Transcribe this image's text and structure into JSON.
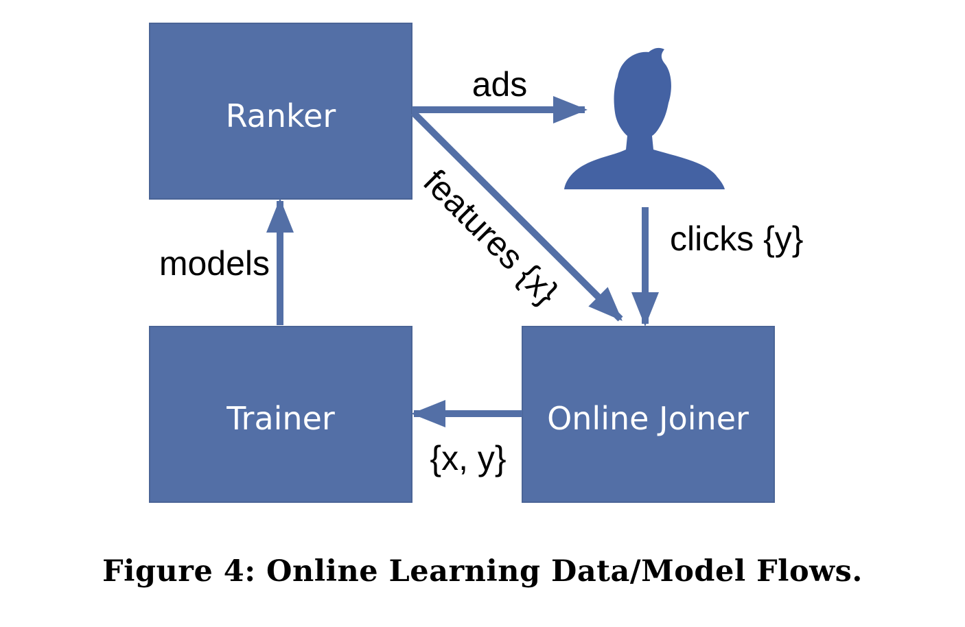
{
  "colors": {
    "box_fill": "#536fa6",
    "box_border": "#4a6496",
    "arrow": "#536fa6",
    "person": "#4462a3",
    "box_text": "#ffffff",
    "label_text": "#000000"
  },
  "diagram": {
    "nodes": {
      "ranker": "Ranker",
      "trainer": "Trainer",
      "online_joiner": "Online Joiner",
      "user": "user-silhouette-icon"
    },
    "edges": {
      "ads": "ads",
      "features": "features {x}",
      "clicks": "clicks {y}",
      "models": "models",
      "joined": "{x, y}"
    }
  },
  "caption": "Figure 4:  Online Learning Data/Model Flows."
}
